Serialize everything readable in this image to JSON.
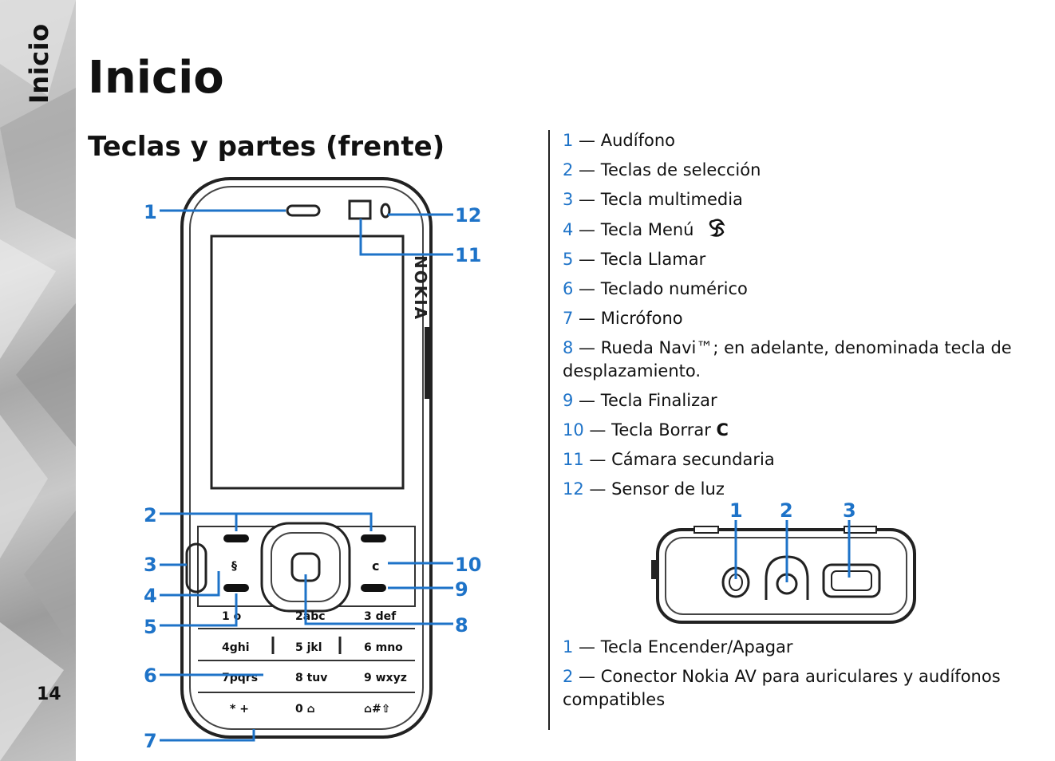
{
  "section_tab": "Inicio",
  "page_number": "14",
  "title": "Inicio",
  "subtitle": "Teclas y partes (frente)",
  "front_parts": [
    {
      "n": "1",
      "sep": " — ",
      "text": "Audífono"
    },
    {
      "n": "2",
      "sep": " — ",
      "text": "Teclas de selección"
    },
    {
      "n": "3",
      "sep": " — ",
      "text": "Tecla multimedia"
    },
    {
      "n": "4",
      "sep": " — ",
      "text": "Tecla Menú"
    },
    {
      "n": "5",
      "sep": " — ",
      "text": "Tecla Llamar"
    },
    {
      "n": "6",
      "sep": " — ",
      "text": "Teclado numérico"
    },
    {
      "n": "7",
      "sep": " — ",
      "text": "Micrófono"
    },
    {
      "n": "8",
      "sep": " — ",
      "text": "Rueda Navi™; en adelante, denominada tecla de desplazamiento."
    },
    {
      "n": "9",
      "sep": " — ",
      "text": "Tecla Finalizar"
    },
    {
      "n": "10",
      "sep": " — ",
      "text": "Tecla Borrar"
    },
    {
      "n": "11",
      "sep": " — ",
      "text": "Cámara secundaria"
    },
    {
      "n": "12",
      "sep": " — ",
      "text": "Sensor de luz"
    }
  ],
  "clear_key_glyph": "C",
  "menu_key_icon": "nokia-menu-key-icon",
  "top_parts": [
    {
      "n": "1",
      "sep": " — ",
      "text": "Tecla Encender/Apagar"
    },
    {
      "n": "2",
      "sep": " — ",
      "text": "Conector Nokia AV para auriculares y audífonos compatibles"
    }
  ],
  "phone_callouts": [
    "1",
    "2",
    "3",
    "4",
    "5",
    "6",
    "7",
    "8",
    "9",
    "10",
    "11",
    "12"
  ],
  "top_callouts": [
    "1",
    "2",
    "3"
  ],
  "keypad": {
    "row1": [
      "1 o",
      "2 abc",
      "3 def"
    ],
    "row2": [
      "4 ghi",
      "5 jkl",
      "6 mno"
    ],
    "row3": [
      "7 pqrs",
      "8 tuv",
      "9 wxyz"
    ],
    "row4": [
      "* +",
      "0 ⌂",
      "# ⇧"
    ],
    "clear": "c"
  },
  "colors": {
    "accent": "#1e73c8",
    "text": "#111111"
  }
}
